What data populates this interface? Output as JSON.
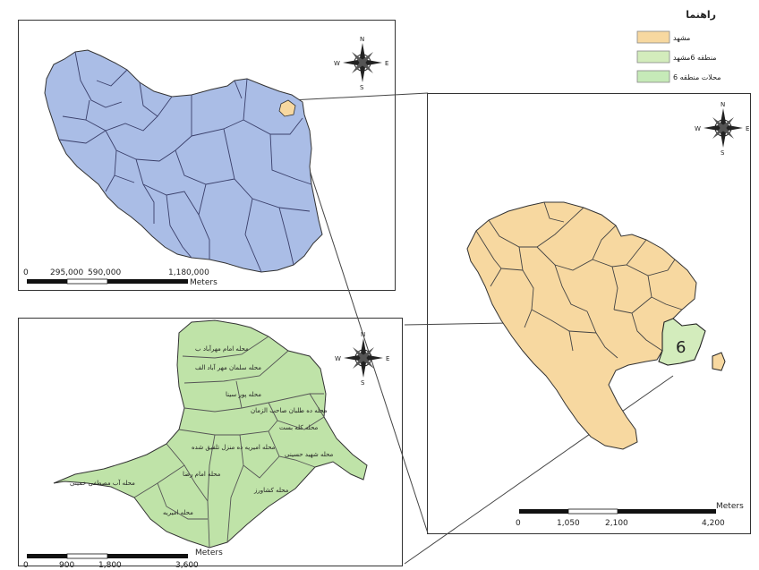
{
  "legend": {
    "title": "راهنما",
    "items": [
      {
        "label": "مشهد",
        "color": "#f7d8a0"
      },
      {
        "label": "منطقه 6مشهد",
        "color": "#d3ecbc"
      },
      {
        "label": "محلات منطقه 6",
        "color": "#c6eab8"
      }
    ]
  },
  "colors": {
    "iran_fill": "#aabde6",
    "mashhad_fill": "#f7d8a0",
    "district_fill": "#bfe3a8",
    "outline": "#333333"
  },
  "north_arrow": {
    "n": "N",
    "s": "S",
    "e": "E",
    "w": "W"
  },
  "iran_map": {
    "scale_ticks": [
      "0",
      "295,000",
      "590,000",
      "1,180,000"
    ],
    "scale_unit": "Meters"
  },
  "mashhad_map": {
    "district_label": "6",
    "scale_ticks": [
      "0",
      "1,050",
      "2,100",
      "4,200"
    ],
    "scale_unit": "Meters"
  },
  "district_map": {
    "scale_ticks": [
      "0",
      "900",
      "1,800",
      "3,600"
    ],
    "scale_unit": "Meters",
    "neighborhoods": [
      "محله امام مهرآباد ب",
      "محله سلمان مهر آباد الف",
      "محله پور سینا",
      "محله ده طلبان صاحب الزمان",
      "محله کله بست",
      "محله امیریه ده منزل تلفیق شده",
      "محله شهید حسینی",
      "محله امام رضا",
      "محله آب مصطفی خمینی",
      "محله کشاورز",
      "محله امیریه"
    ]
  }
}
